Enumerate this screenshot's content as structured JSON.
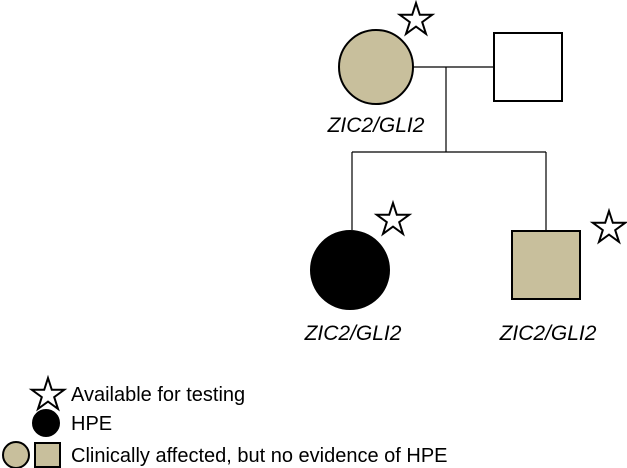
{
  "pedigree": {
    "colors": {
      "affected_clinical": "#c8bf9c",
      "hpe": "#000000",
      "unaffected": "#ffffff",
      "outline": "#000000"
    },
    "parents": {
      "mother": {
        "sex": "female",
        "status": "clinically-affected",
        "available_for_testing": true,
        "genotype": "ZIC2/GLI2"
      },
      "father": {
        "sex": "male",
        "status": "unaffected",
        "available_for_testing": false,
        "genotype": ""
      }
    },
    "children": [
      {
        "sex": "female",
        "status": "hpe",
        "available_for_testing": true,
        "genotype": "ZIC2/GLI2"
      },
      {
        "sex": "male",
        "status": "clinically-affected",
        "available_for_testing": true,
        "genotype": "ZIC2/GLI2"
      }
    ]
  },
  "legend": {
    "available": "Available for testing",
    "hpe": "HPE",
    "clinical": "Clinically affected, but no evidence of HPE"
  }
}
